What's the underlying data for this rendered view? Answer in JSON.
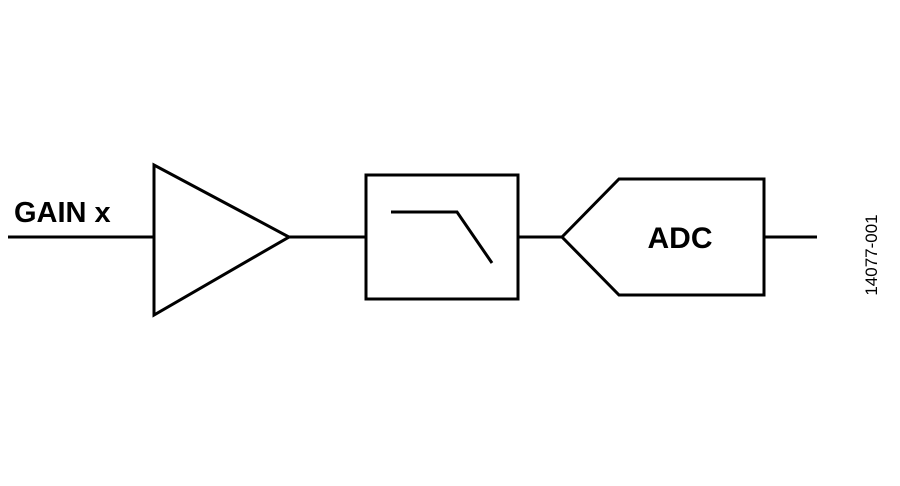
{
  "input_label": "GAIN x",
  "adc_label": "ADC",
  "figure_id": "14077-001",
  "colors": {
    "stroke": "#000000",
    "background": "#ffffff"
  }
}
